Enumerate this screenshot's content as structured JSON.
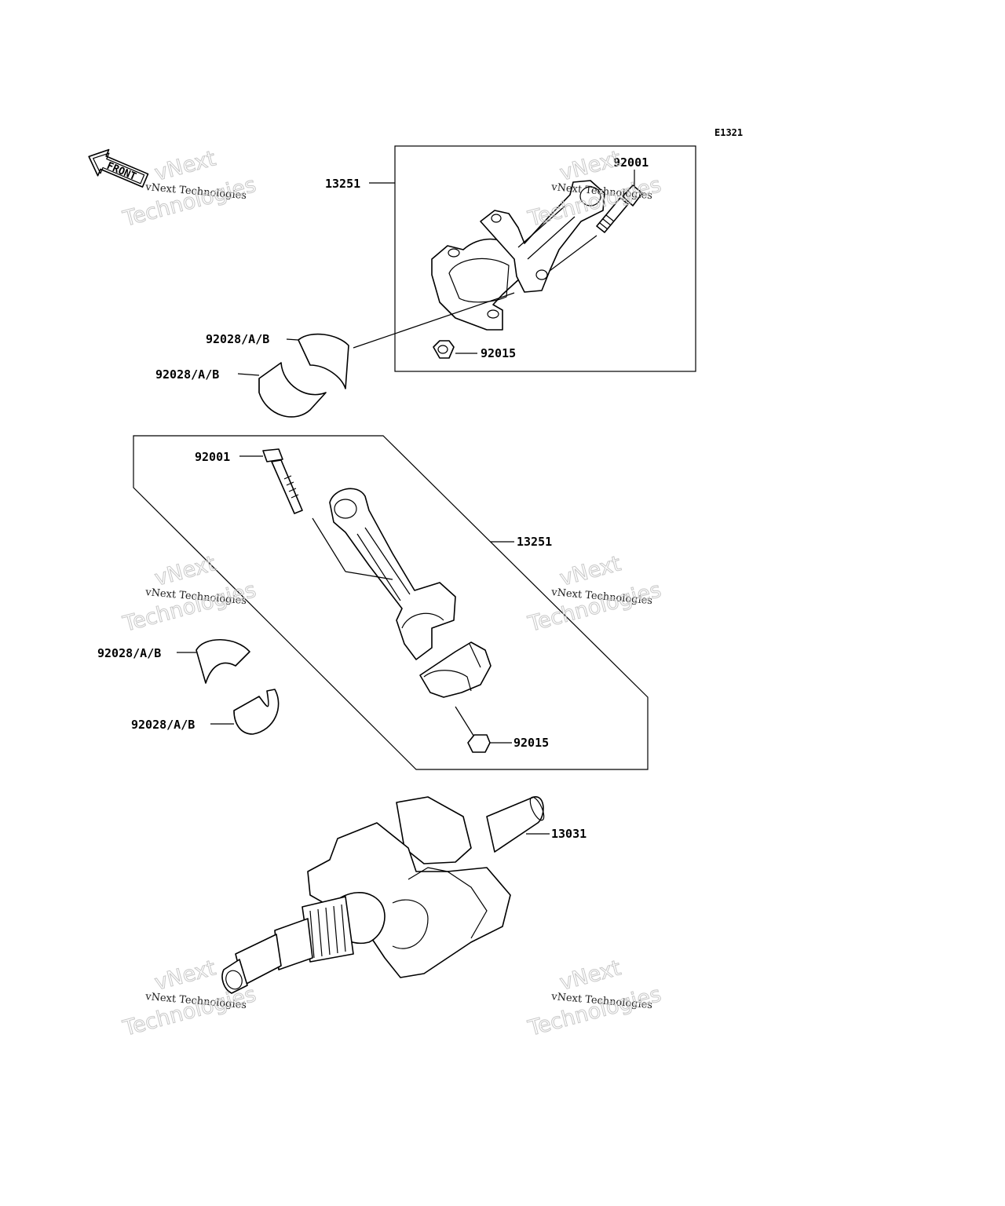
{
  "diagram": {
    "code": "E1321",
    "front_label": "FRONT",
    "watermark": {
      "line1": "vNext Technologies",
      "line2": "vNext",
      "line3": "Technologies"
    },
    "callouts": {
      "top_rod": "13251",
      "top_bolt": "92001",
      "top_nut": "92015",
      "top_bearing_upper": "92028/A/B",
      "top_bearing_lower": "92028/A/B",
      "mid_bolt": "92001",
      "mid_rod": "13251",
      "mid_bearing_upper": "92028/A/B",
      "mid_bearing_lower": "92028/A/B",
      "mid_nut": "92015",
      "crankshaft": "13031"
    }
  }
}
